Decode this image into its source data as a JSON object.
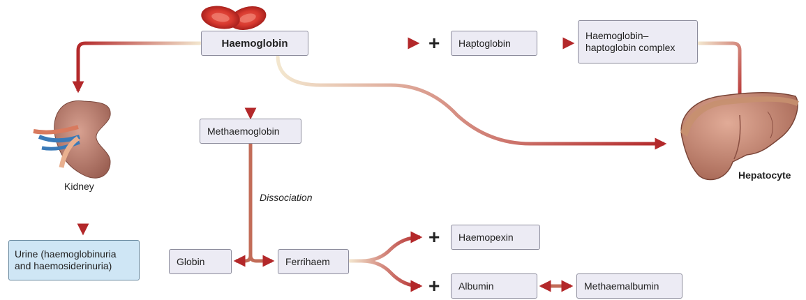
{
  "nodes": {
    "haemoglobin": "Haemoglobin",
    "haptoglobin": "Haptoglobin",
    "complex": "Haemoglobin–\nhaptoglobin complex",
    "methaemoglobin": "Methaemoglobin",
    "urine": "Urine (haemoglobinuria\nand haemosiderinuria)",
    "globin": "Globin",
    "ferrihaem": "Ferrihaem",
    "haemopexin": "Haemopexin",
    "albumin": "Albumin",
    "methaemalbumin": "Methaemalbumin"
  },
  "labels": {
    "kidney": "Kidney",
    "hepatocyte": "Hepatocyte",
    "dissociation": "Dissociation"
  },
  "symbols": {
    "plus": "+"
  },
  "colors": {
    "arrow_dark": "#b3282a",
    "arrow_light": "#f3e7cf",
    "box_fill": "#ecebf4",
    "urine_fill": "#cfe6f5"
  },
  "icons": [
    "red-blood-cells-icon",
    "kidney-icon",
    "liver-icon"
  ]
}
